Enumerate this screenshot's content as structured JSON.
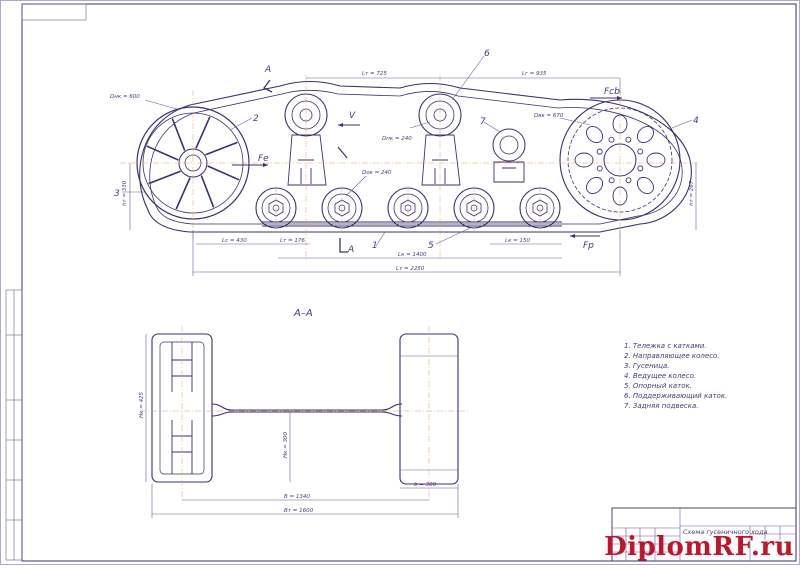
{
  "labels": {
    "section_mark": "A",
    "section_title": "А–А",
    "velocity": "V",
    "force_e": "Fe",
    "force_cb": "Fcb",
    "force_p": "Fp",
    "callouts": [
      "1",
      "2",
      "3",
      "4",
      "5",
      "6",
      "7"
    ]
  },
  "dimensions": {
    "d_nk": "Dнк = 600",
    "d_pk": "Dпк = 240",
    "d_ok": "Dок = 240",
    "d_vk": "Dвк = 670",
    "lt1": "Lт = 725",
    "lr": "Lг = 935",
    "lc": "Lс = 430",
    "lp": "Lт = 176",
    "lk": "Lк = 1400",
    "lo": "Lк = 150",
    "lt_total": "Lт = 2250",
    "h_left": "hт = 330",
    "h_right": "hт = 267",
    "h_section": "Hк = 425",
    "h_ax": "Hк = 300",
    "b_track": "B = 1340",
    "b_total": "Bт = 1600",
    "b_width": "b = 300"
  },
  "legend": [
    "1. Тележка с катками.",
    "2. Направляющее колесо.",
    "3. Гусеница.",
    "4. Ведущее колесо.",
    "5. Опорный каток.",
    "6. Поддерживающий каток.",
    "7. Задняя подвеска."
  ],
  "title_block": {
    "name": "Схема гусеничного хода"
  },
  "watermark": "DiplomRF.ru"
}
